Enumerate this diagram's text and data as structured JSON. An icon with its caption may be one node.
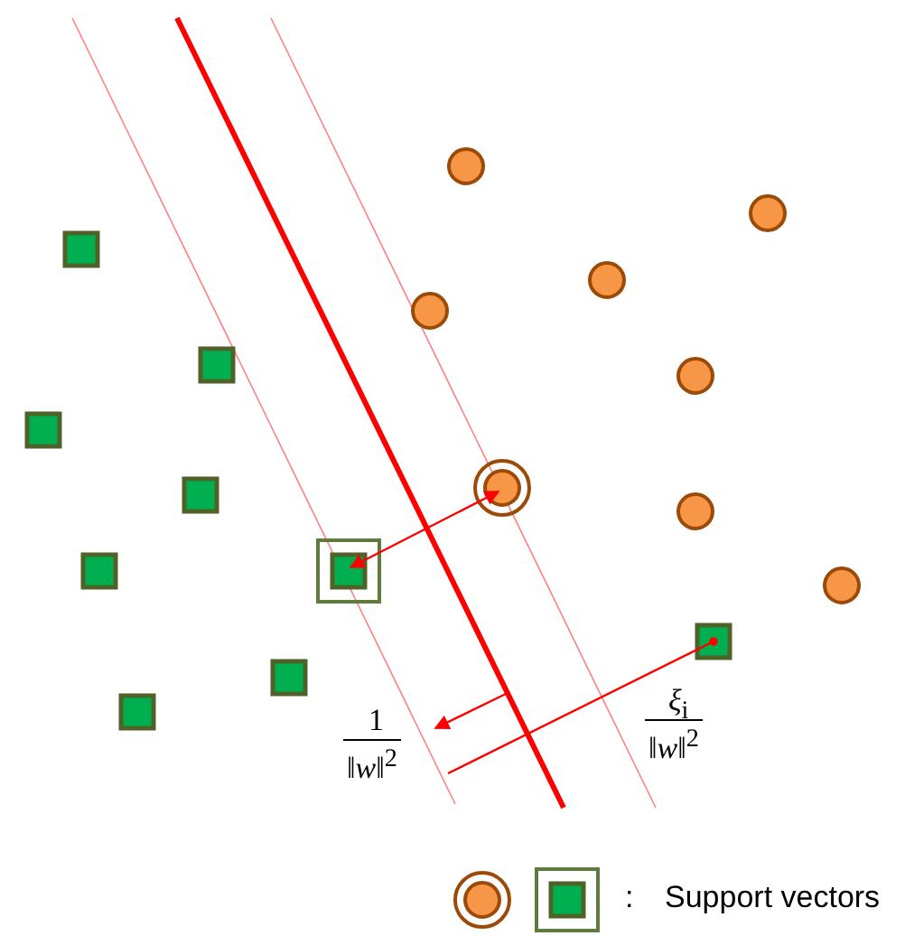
{
  "diagram": {
    "labels": [
      "1",
      "‖*w*‖$^{2}$",
      "*ξ*$_{i}$",
      "‖*w*‖$^{2}$",
      ":"
    ],
    "legend": [
      {
        "text": "Support vectors"
      }
    ]
  }
}
